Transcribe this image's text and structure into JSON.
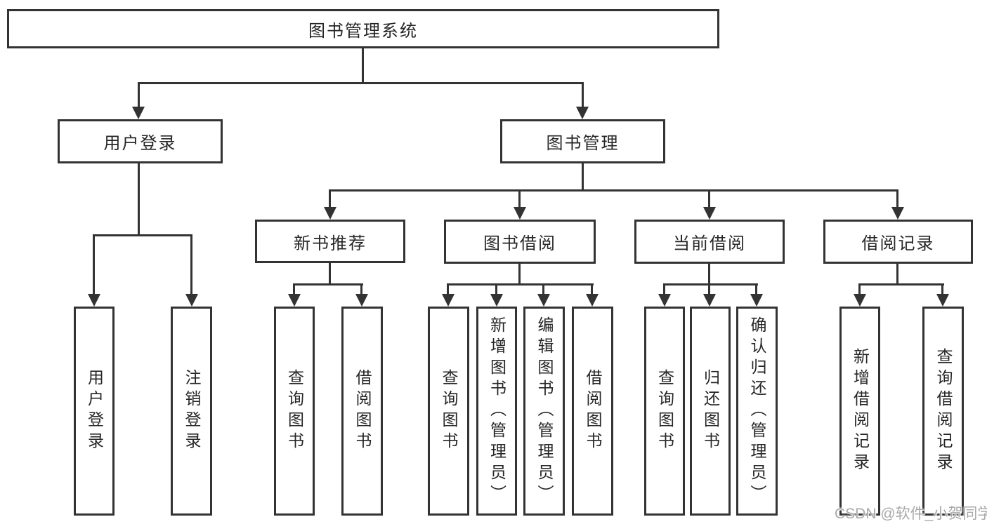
{
  "diagram": {
    "root": {
      "label": "图书管理系统"
    },
    "level2": [
      {
        "label": "用户登录"
      },
      {
        "label": "图书管理"
      }
    ],
    "level3": [
      {
        "label": "新书推荐"
      },
      {
        "label": "图书借阅"
      },
      {
        "label": "当前借阅"
      },
      {
        "label": "借阅记录"
      }
    ],
    "leaves": [
      {
        "label": "用户登录"
      },
      {
        "label": "注销登录"
      },
      {
        "label": "查询图书"
      },
      {
        "label": "借阅图书"
      },
      {
        "label": "查询图书"
      },
      {
        "label": "新增图书（管理员）"
      },
      {
        "label": "编辑图书（管理员）"
      },
      {
        "label": "借阅图书"
      },
      {
        "label": "查询图书"
      },
      {
        "label": "归还图书"
      },
      {
        "label": "确认归还（管理员）"
      },
      {
        "label": "新增借阅记录"
      },
      {
        "label": "查询借阅记录"
      }
    ],
    "watermark": "CSDN @软件_小贺同学",
    "colors": {
      "line": "#333333",
      "text": "#262626",
      "watermark": "#a9a9a9",
      "background": "#ffffff"
    }
  }
}
